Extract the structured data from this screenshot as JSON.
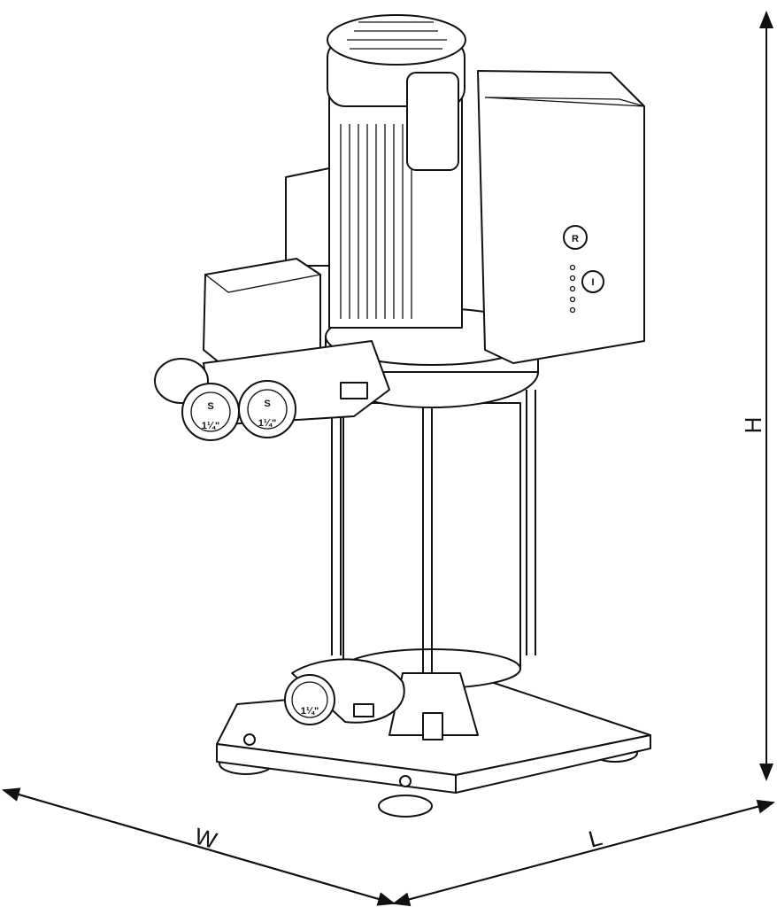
{
  "dimensions": {
    "width_label": "W",
    "length_label": "L",
    "height_label": "H"
  },
  "fittings": {
    "logo": "S",
    "size_label": "1¼\""
  },
  "control_box": {
    "button_label": "R",
    "power_symbol": "I"
  },
  "colors": {
    "line": "#111111",
    "background": "#ffffff"
  }
}
